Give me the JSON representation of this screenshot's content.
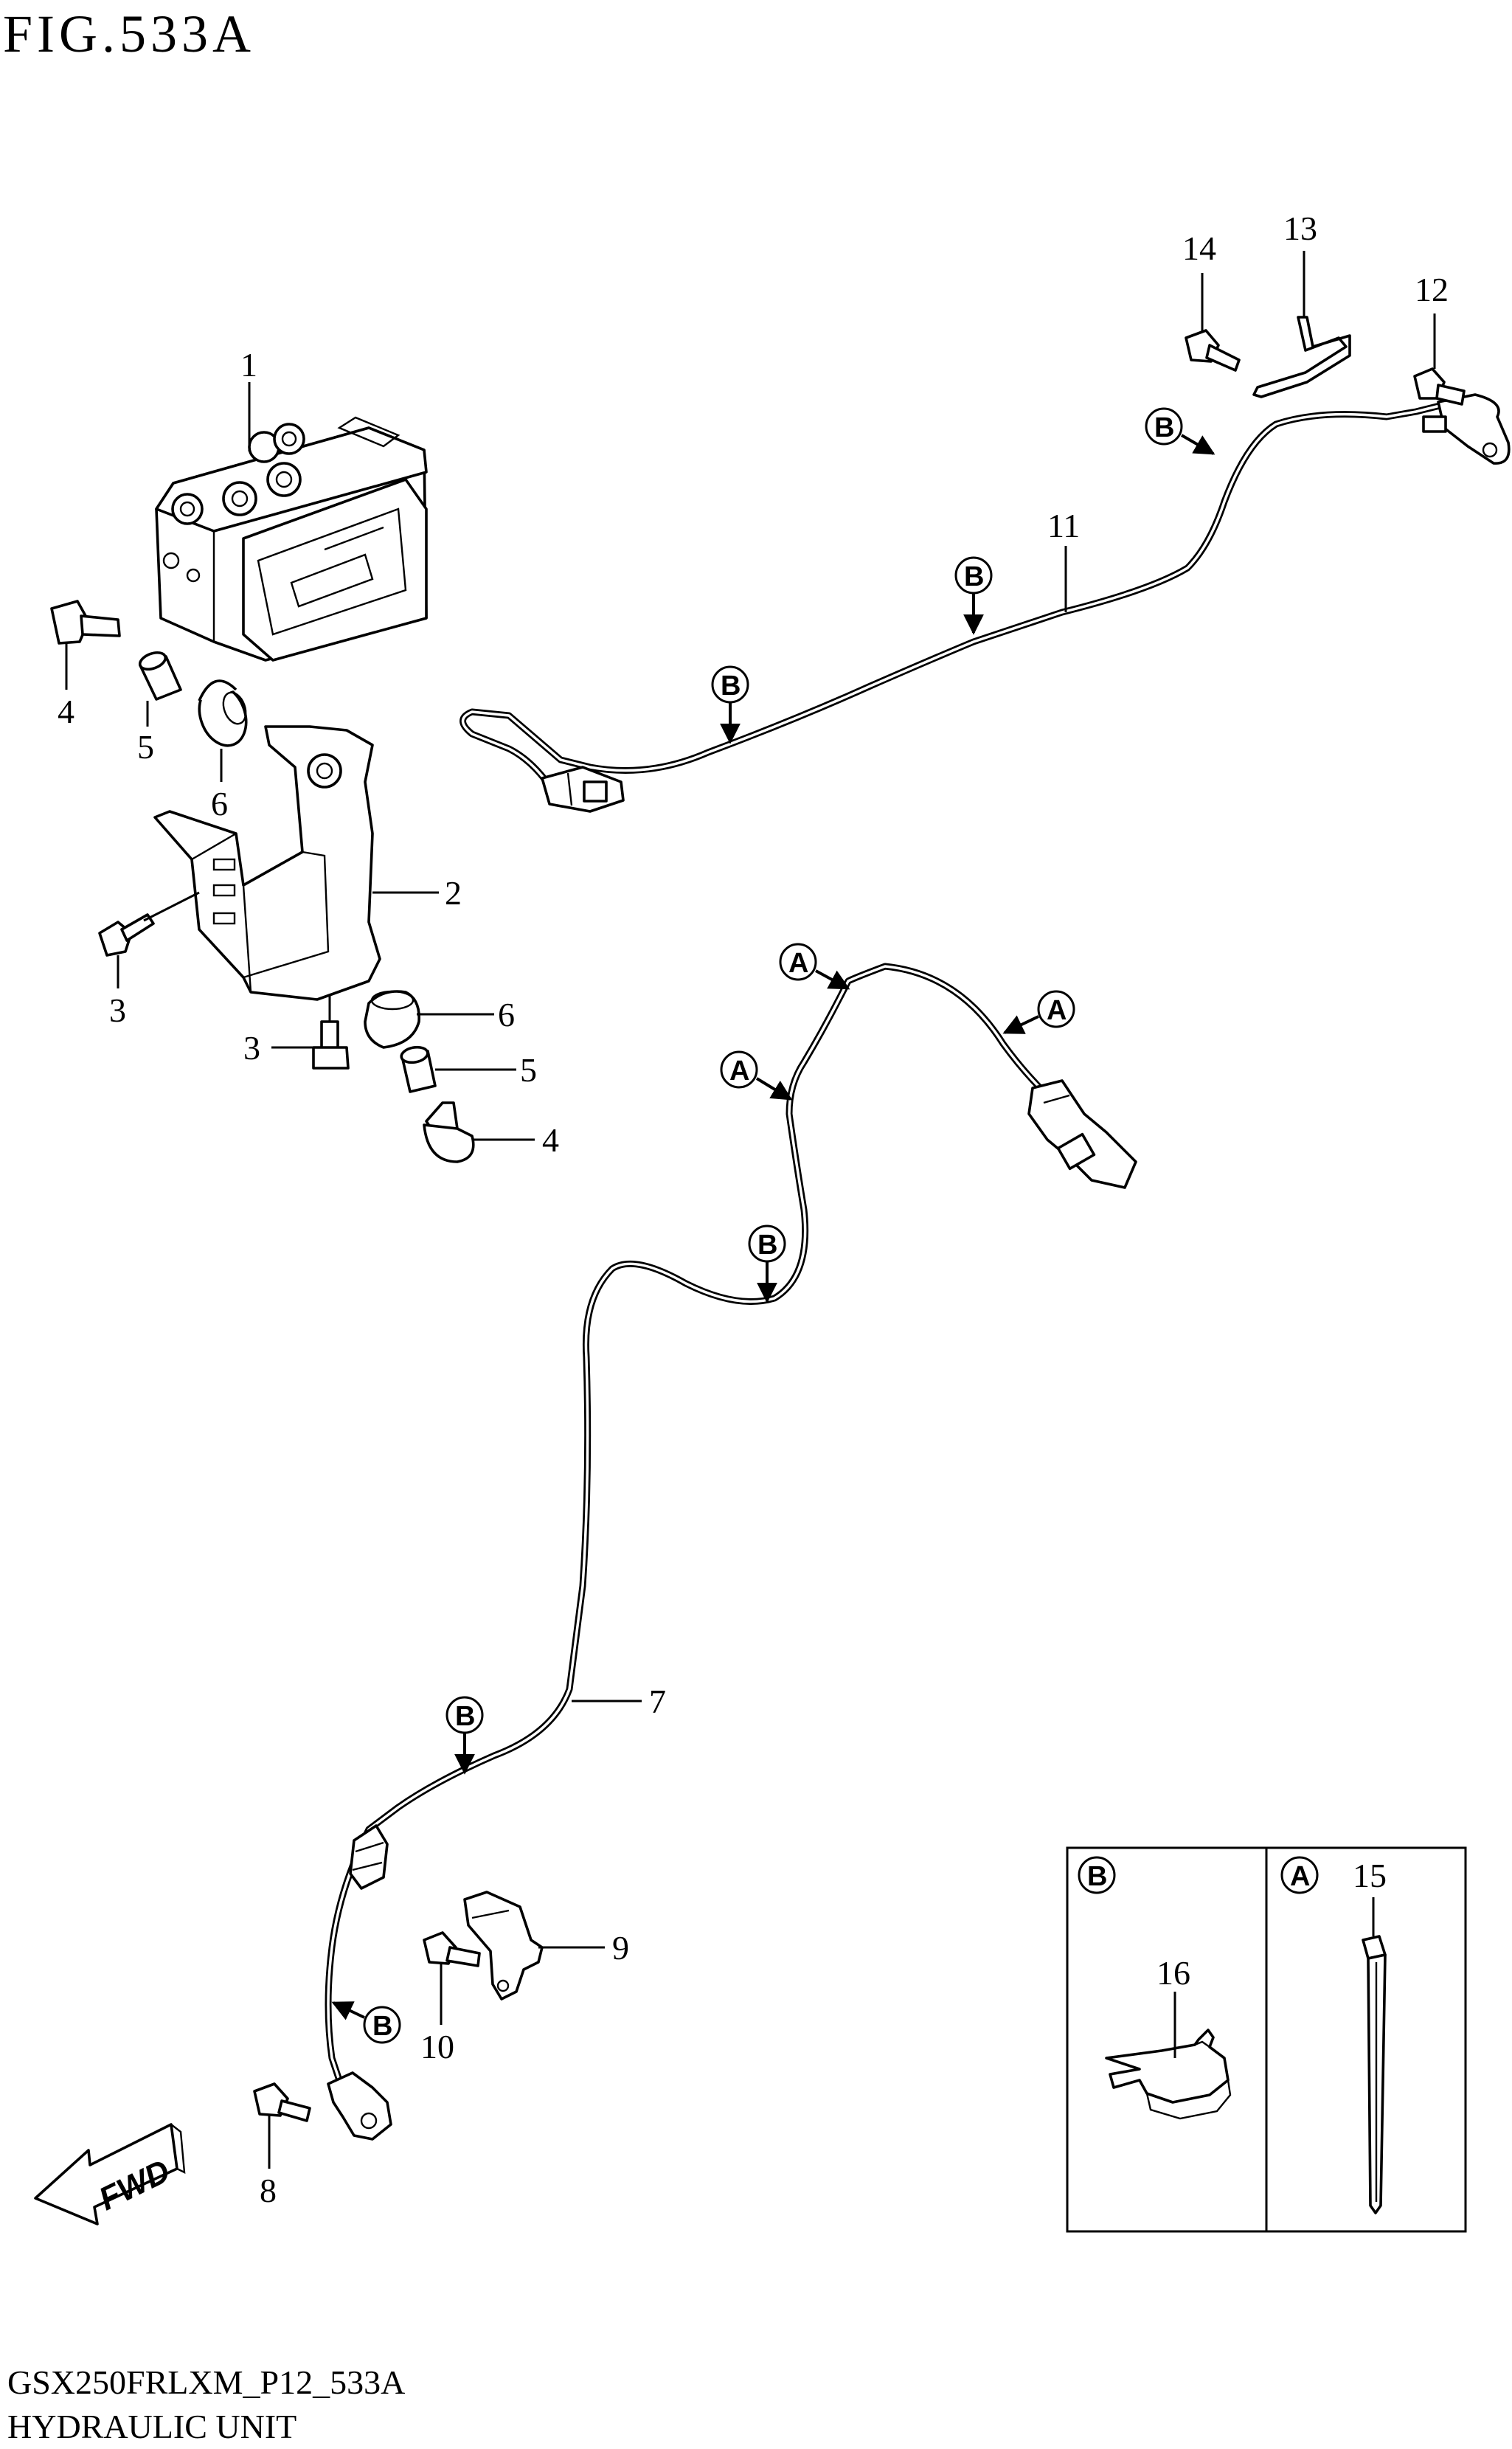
{
  "title": "FIG.533A",
  "footer": {
    "code": "GSX250FRLXM_P12_533A",
    "name": "HYDRAULIC UNIT"
  },
  "fwd_label": "FWD",
  "markers": {
    "a": "A",
    "b": "B"
  },
  "parts": {
    "p1": "1",
    "p2": "2",
    "p3a": "3",
    "p3b": "3",
    "p4a": "4",
    "p4b": "4",
    "p5a": "5",
    "p5b": "5",
    "p6a": "6",
    "p6b": "6",
    "p7": "7",
    "p8": "8",
    "p9": "9",
    "p10": "10",
    "p11": "11",
    "p12": "12",
    "p13": "13",
    "p14": "14",
    "p15": "15",
    "p16": "16"
  }
}
